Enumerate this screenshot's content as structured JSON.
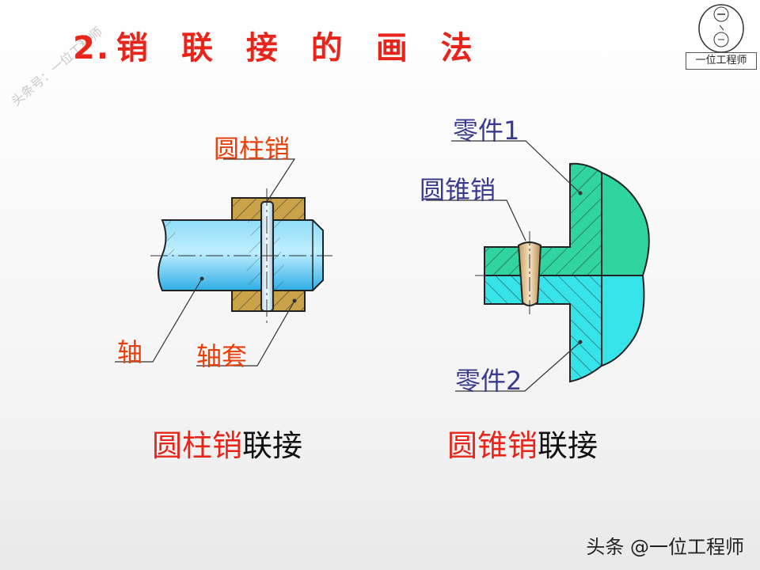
{
  "slide": {
    "title_num": "2.",
    "title_text": "销 联 接 的 画 法",
    "watermark": "头条号：一位工程师",
    "footer": "头条 @一位工程师"
  },
  "logo": {
    "text": "一位工程师"
  },
  "left_diagram": {
    "label_pin": "圆柱销",
    "label_shaft": "轴",
    "label_sleeve": "轴套",
    "caption_colored": "圆柱销",
    "caption_plain": "联接"
  },
  "right_diagram": {
    "label_part1": "零件1",
    "label_pin": "圆锥销",
    "label_part2": "零件2",
    "caption_colored": "圆锥销",
    "caption_plain": "联接"
  },
  "colors": {
    "title_red": "#e8251b",
    "label_red": "#e8400c",
    "label_blue": "#3a3a8c",
    "shaft_blue": "#4fc3f0",
    "sleeve_brown": "#c9a24a",
    "part1_green": "#2fd4a0",
    "part2_cyan": "#35e3e8",
    "pin_tan": "#e8cfa0"
  }
}
